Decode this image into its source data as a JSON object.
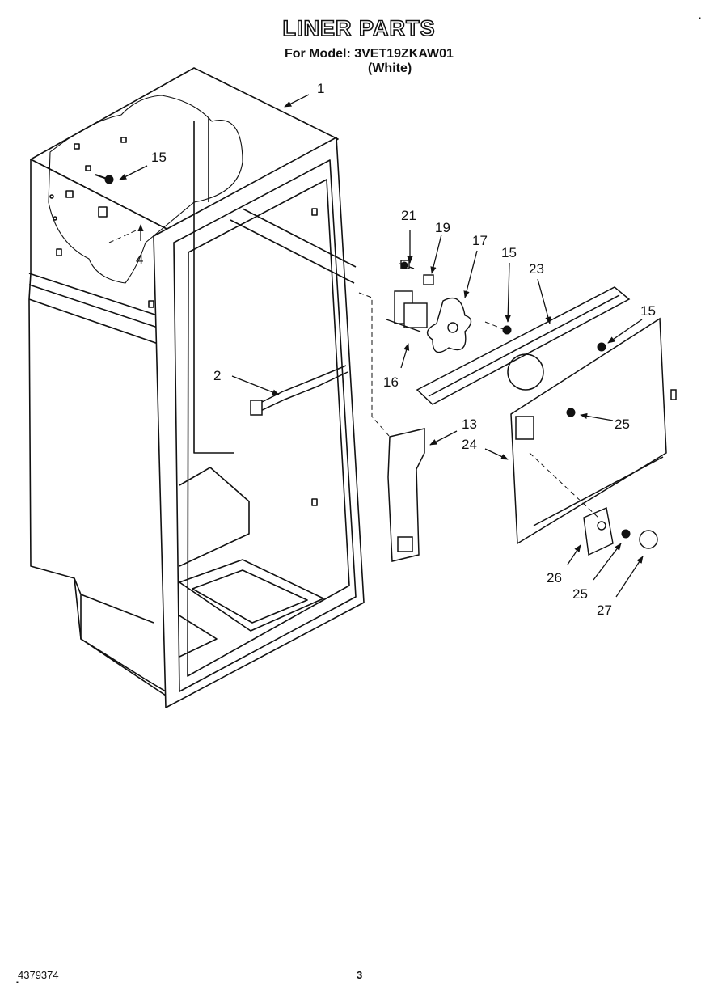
{
  "header": {
    "title": "LINER PARTS",
    "model": "For Model: 3VET19ZKAW01",
    "variant": "(White)"
  },
  "footer": {
    "doc_number": "4379374",
    "page_number": "3"
  },
  "callouts": {
    "c1": "1",
    "c15a": "15",
    "c4": "4",
    "c2": "2",
    "c21": "21",
    "c19": "19",
    "c17": "17",
    "c15b": "15",
    "c23": "23",
    "c15c": "15",
    "c16": "16",
    "c13": "13",
    "c24": "24",
    "c25a": "25",
    "c26": "26",
    "c25b": "25",
    "c27": "27"
  }
}
